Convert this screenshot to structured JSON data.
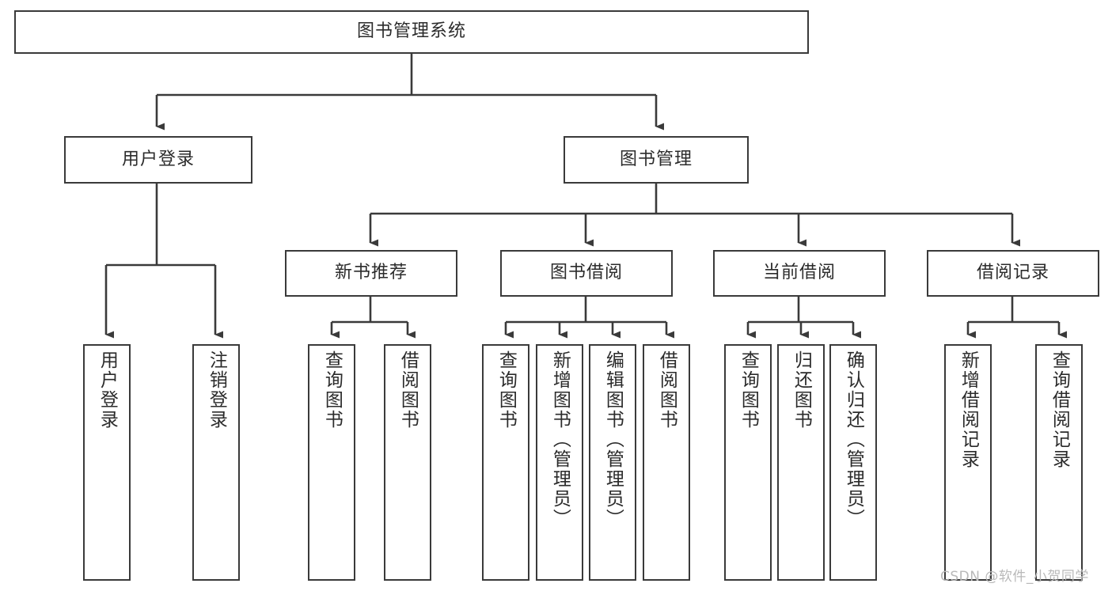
{
  "diagram": {
    "title": "图书管理系统",
    "type": "tree-hierarchy",
    "line_color": "#3a3a3a",
    "text_color": "#2b2b2b",
    "background_color": "#ffffff",
    "root": {
      "label": "图书管理系统"
    },
    "level2": {
      "user_login": "用户登录",
      "book_manage": "图书管理"
    },
    "level3": {
      "new_book_recommend": "新书推荐",
      "book_borrow": "图书借阅",
      "current_borrow": "当前借阅",
      "borrow_record": "借阅记录"
    },
    "leaves": {
      "user_login_1": "用户登录",
      "user_login_2": "注销登录",
      "recommend_1": "查询图书",
      "recommend_2": "借阅图书",
      "borrow_1": "查询图书",
      "borrow_2": "新增图书（管理员）",
      "borrow_3": "编辑图书（管理员）",
      "borrow_4": "借阅图书",
      "current_1": "查询图书",
      "current_2": "归还图书",
      "current_3": "确认归还（管理员）",
      "record_1": "新增借阅记录",
      "record_2": "查询借阅记录"
    }
  },
  "watermark": {
    "text": "CSDN @软件_小贺同学"
  }
}
